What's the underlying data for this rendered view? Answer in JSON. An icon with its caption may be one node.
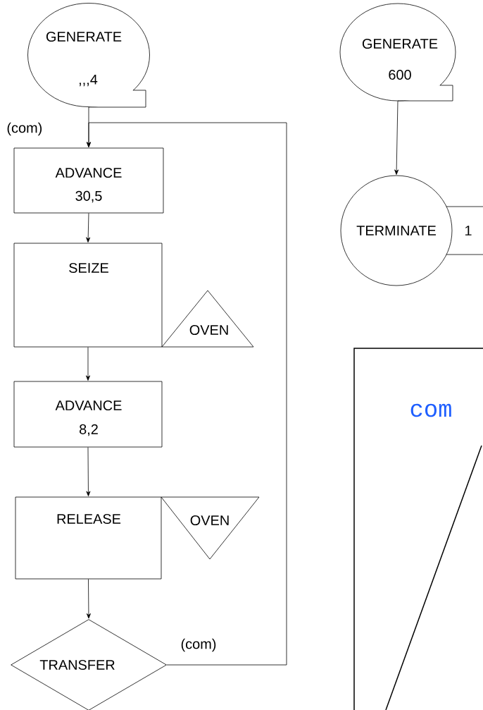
{
  "diagram": {
    "nodes": [
      {
        "text": [
          "GENERATE",
          ",,,4"
        ]
      },
      {
        "text": [
          "ADVANCE",
          "30,5"
        ]
      },
      {
        "text": [
          "SEIZE"
        ]
      },
      {
        "text": [
          "OVEN"
        ]
      },
      {
        "text": [
          "ADVANCE",
          "8,2"
        ]
      },
      {
        "text": [
          "RELEASE"
        ]
      },
      {
        "text": [
          "OVEN"
        ]
      },
      {
        "text": [
          "TRANSFER"
        ]
      },
      {
        "text": [
          "GENERATE",
          "600"
        ]
      },
      {
        "text": [
          "TERMINATE"
        ],
        "beside": [
          "1"
        ]
      },
      {
        "text": [
          "com"
        ]
      }
    ],
    "edges": [
      {
        "from": 0,
        "to": 1,
        "arrow": "to"
      },
      {
        "from": 1,
        "to": 2,
        "arrow": "to"
      },
      {
        "from": 2,
        "to": 4,
        "arrow": "to"
      },
      {
        "from": 4,
        "to": 5,
        "arrow": "to"
      },
      {
        "from": 5,
        "to": 7,
        "arrow": "to"
      },
      {
        "from": 7,
        "to": 1,
        "arrow": "to",
        "label": "(com)"
      },
      {
        "from": 8,
        "to": 9,
        "arrow": "to"
      }
    ],
    "labels": [
      "(com)"
    ]
  }
}
